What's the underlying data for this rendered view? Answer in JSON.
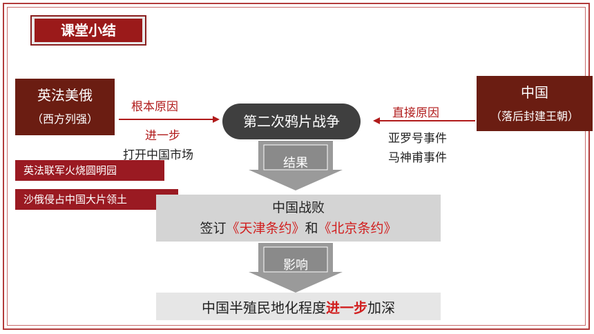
{
  "title": "课堂小结",
  "left_box": {
    "line1": "英法美俄",
    "line2": "（西方列强）"
  },
  "right_box": {
    "line1": "中国",
    "line2": "（落后封建王朝）"
  },
  "center_event": "第二次鸦片战争",
  "left_arrow": {
    "top_label": "根本原因",
    "bottom_label": "进一步",
    "sub_label": "打开中国市场"
  },
  "right_arrow": {
    "label": "直接原因",
    "events": [
      "亚罗号事件",
      "马神甫事件"
    ]
  },
  "events_boxes": [
    "英法联军火烧圆明园",
    "沙俄侵占中国大片领土"
  ],
  "result_arrow_label": "结果",
  "result": {
    "line1": "中国战败",
    "line2_prefix": "签订",
    "treaty1": "《天津条约》",
    "conjunction": "和",
    "treaty2": "《北京条约》"
  },
  "impact_arrow_label": "影响",
  "impact": {
    "prefix": "中国半殖民地化程度",
    "emphasis": "进一步",
    "suffix": "加深"
  },
  "colors": {
    "dark_box": "#6b1d12",
    "crimson": "#9a1a22",
    "red_text": "#d11f1f",
    "frame": "#b23a3a"
  }
}
